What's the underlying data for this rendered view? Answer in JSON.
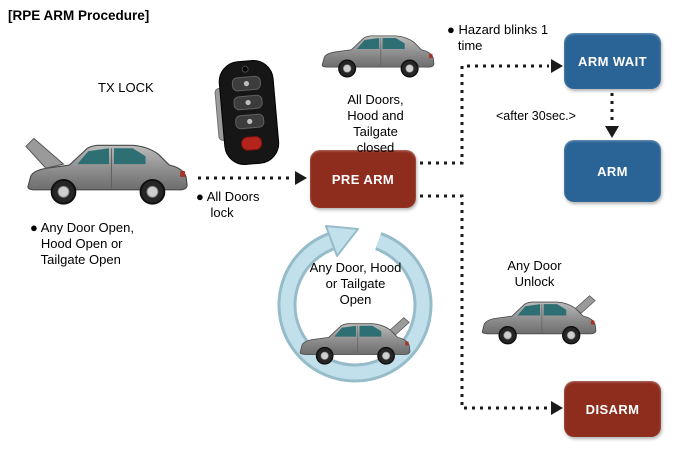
{
  "title": "[RPE ARM Procedure]",
  "states": {
    "pre_arm": "PRE ARM",
    "arm_wait": "ARM WAIT",
    "arm": "ARM",
    "disarm": "DISARM"
  },
  "annotations": {
    "tx_lock": "TX LOCK",
    "left_car": "● Any Door Open,\n   Hood Open or\n   Tailgate Open",
    "all_doors_lock": "● All Doors\n    lock",
    "top_car": "All Doors,\nHood and\nTailgate\nclosed",
    "hazard": "● Hazard blinks 1\n   time",
    "after_30sec": "<after 30sec.>",
    "loop": "Any Door, Hood\nor Tailgate\nOpen",
    "any_door_unlock": "Any Door\nUnlock"
  },
  "colors": {
    "arm_box": "#2a6496",
    "alarm_box": "#8e2d1e",
    "loop_fill": "#c2e0eb",
    "loop_outline": "#96bcca",
    "car_window": "#2e6f74"
  },
  "icons": {
    "key_fob": "flip-key-remote",
    "car_hood_open": "car-side-hood-open",
    "car_closed": "car-side-closed",
    "car_tailgate_open": "car-side-tailgate-open",
    "loop_arrow": "circular-loop-arrow",
    "dotted_arrow": "dashed-flow-arrow"
  }
}
